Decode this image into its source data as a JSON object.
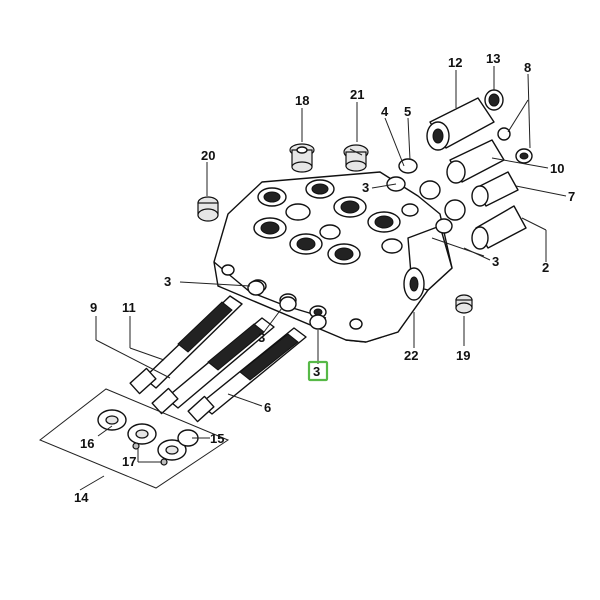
{
  "callouts": {
    "c2": "2",
    "c3": "3",
    "c6": "6",
    "c7": "7",
    "c8": "8",
    "c9": "9",
    "c10": "10",
    "c11": "11",
    "c12": "12",
    "c13": "13",
    "c14": "14",
    "c15": "15",
    "c16": "16",
    "c17": "17",
    "c18": "18",
    "c19": "19",
    "c20": "20",
    "c21": "21",
    "c22": "22",
    "c4": "4",
    "c5": "5"
  },
  "highlight": {
    "callout": "3",
    "color": "#57b947"
  }
}
